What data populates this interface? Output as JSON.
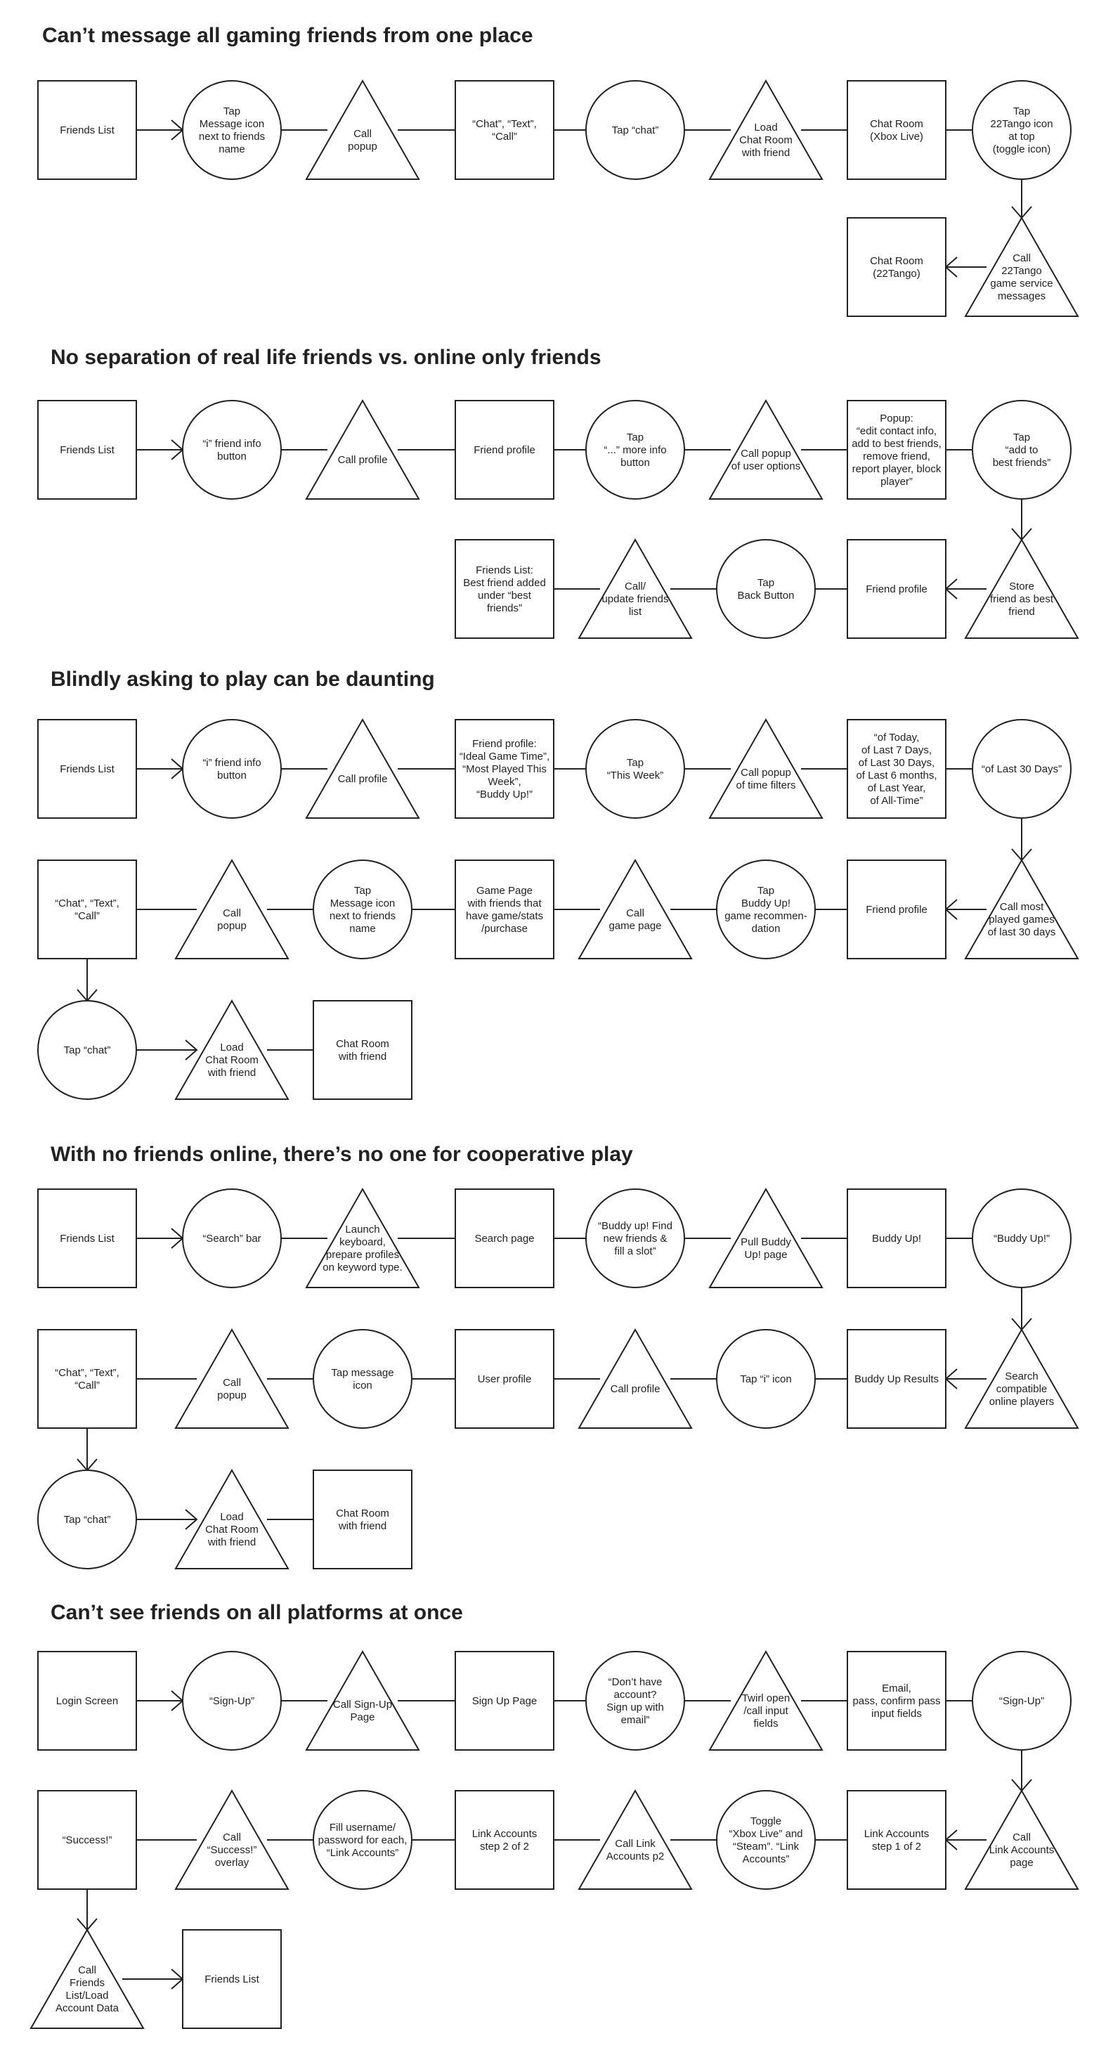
{
  "sections": [
    {
      "title": "Can’t message all gaming friends from one place",
      "nodes": [
        {
          "id": "s1n1",
          "shape": "square",
          "lines": [
            "Friends List"
          ]
        },
        {
          "id": "s1n2",
          "shape": "circle",
          "lines": [
            "Tap",
            "Message icon",
            "next to friends",
            "name"
          ]
        },
        {
          "id": "s1n3",
          "shape": "triangle",
          "lines": [
            "Call",
            "popup"
          ]
        },
        {
          "id": "s1n4",
          "shape": "square",
          "lines": [
            "“Chat”, “Text”,",
            "“Call”"
          ]
        },
        {
          "id": "s1n5",
          "shape": "circle",
          "lines": [
            "Tap “chat”"
          ]
        },
        {
          "id": "s1n6",
          "shape": "triangle",
          "lines": [
            "Load",
            "Chat Room",
            "with friend"
          ]
        },
        {
          "id": "s1n7",
          "shape": "square",
          "lines": [
            "Chat Room",
            "(Xbox Live)"
          ]
        },
        {
          "id": "s1n8",
          "shape": "circle",
          "lines": [
            "Tap",
            "22Tango icon",
            "at top",
            "(toggle icon)"
          ]
        },
        {
          "id": "s1n9",
          "shape": "triangle",
          "lines": [
            "Call",
            "22Tango",
            "game service",
            "messages"
          ]
        },
        {
          "id": "s1n10",
          "shape": "square",
          "lines": [
            "Chat Room",
            "(22Tango)"
          ]
        }
      ]
    },
    {
      "title": "No separation of real life friends vs. online only friends",
      "nodes": [
        {
          "id": "s2n1",
          "shape": "square",
          "lines": [
            "Friends List"
          ]
        },
        {
          "id": "s2n2",
          "shape": "circle",
          "lines": [
            "“i” friend info",
            "button"
          ]
        },
        {
          "id": "s2n3",
          "shape": "triangle",
          "lines": [
            "Call profile"
          ]
        },
        {
          "id": "s2n4",
          "shape": "square",
          "lines": [
            "Friend profile"
          ]
        },
        {
          "id": "s2n5",
          "shape": "circle",
          "lines": [
            "Tap",
            "“...” more info",
            "button"
          ]
        },
        {
          "id": "s2n6",
          "shape": "triangle",
          "lines": [
            "Call popup",
            "of user options"
          ]
        },
        {
          "id": "s2n7",
          "shape": "square",
          "lines": [
            "Popup:",
            "“edit contact info,",
            "add to best friends,",
            "remove friend,",
            "report player, block",
            "player”"
          ]
        },
        {
          "id": "s2n8",
          "shape": "circle",
          "lines": [
            "Tap",
            "“add to",
            "best friends”"
          ]
        },
        {
          "id": "s2n9",
          "shape": "triangle",
          "lines": [
            "Store",
            "friend as best",
            "friend"
          ]
        },
        {
          "id": "s2n10",
          "shape": "square",
          "lines": [
            "Friend profile"
          ]
        },
        {
          "id": "s2n11",
          "shape": "circle",
          "lines": [
            "Tap",
            "Back Button"
          ]
        },
        {
          "id": "s2n12",
          "shape": "triangle",
          "lines": [
            "Call/",
            "update friends",
            "list"
          ]
        },
        {
          "id": "s2n13",
          "shape": "square",
          "lines": [
            "Friends List:",
            "Best friend added",
            "under “best",
            "friends”"
          ]
        }
      ]
    },
    {
      "title": "Blindly asking to play can be daunting",
      "nodes": [
        {
          "id": "s3n1",
          "shape": "square",
          "lines": [
            "Friends List"
          ]
        },
        {
          "id": "s3n2",
          "shape": "circle",
          "lines": [
            "“i” friend info",
            "button"
          ]
        },
        {
          "id": "s3n3",
          "shape": "triangle",
          "lines": [
            "Call profile"
          ]
        },
        {
          "id": "s3n4",
          "shape": "square",
          "lines": [
            "Friend profile:",
            "“Ideal Game Time”,",
            "“Most Played This",
            "Week”,",
            "“Buddy Up!”"
          ]
        },
        {
          "id": "s3n5",
          "shape": "circle",
          "lines": [
            "Tap",
            "“This Week”"
          ]
        },
        {
          "id": "s3n6",
          "shape": "triangle",
          "lines": [
            "Call popup",
            "of time filters"
          ]
        },
        {
          "id": "s3n7",
          "shape": "square",
          "lines": [
            "“of Today,",
            "of Last 7 Days,",
            "of Last 30 Days,",
            "of Last 6 months,",
            "of Last Year,",
            "of All-Time”"
          ]
        },
        {
          "id": "s3n8",
          "shape": "circle",
          "lines": [
            "“of Last 30 Days”"
          ]
        },
        {
          "id": "s3n9",
          "shape": "triangle",
          "lines": [
            "Call most",
            "played games",
            "of last 30 days"
          ]
        },
        {
          "id": "s3n10",
          "shape": "square",
          "lines": [
            "Friend profile"
          ]
        },
        {
          "id": "s3n11",
          "shape": "circle",
          "lines": [
            "Tap",
            "Buddy Up!",
            "game recommen-",
            "dation"
          ]
        },
        {
          "id": "s3n12",
          "shape": "triangle",
          "lines": [
            "Call",
            "game page"
          ]
        },
        {
          "id": "s3n13",
          "shape": "square",
          "lines": [
            "Game Page",
            "with friends that",
            "have game/stats",
            "/purchase"
          ]
        },
        {
          "id": "s3n14",
          "shape": "circle",
          "lines": [
            "Tap",
            "Message icon",
            "next to friends",
            "name"
          ]
        },
        {
          "id": "s3n15",
          "shape": "triangle",
          "lines": [
            "Call",
            "popup"
          ]
        },
        {
          "id": "s3n16",
          "shape": "square",
          "lines": [
            "“Chat”, “Text”,",
            "“Call”"
          ]
        },
        {
          "id": "s3n17",
          "shape": "circle",
          "lines": [
            "Tap “chat”"
          ]
        },
        {
          "id": "s3n18",
          "shape": "triangle",
          "lines": [
            "Load",
            "Chat Room",
            "with friend"
          ]
        },
        {
          "id": "s3n19",
          "shape": "square",
          "lines": [
            "Chat Room",
            "with friend"
          ]
        }
      ]
    },
    {
      "title": "With no friends online, there’s no one for cooperative play",
      "nodes": [
        {
          "id": "s4n1",
          "shape": "square",
          "lines": [
            "Friends List"
          ]
        },
        {
          "id": "s4n2",
          "shape": "circle",
          "lines": [
            "“Search” bar"
          ]
        },
        {
          "id": "s4n3",
          "shape": "triangle",
          "lines": [
            "Launch",
            "keyboard,",
            "prepare profiles",
            "on keyword type."
          ]
        },
        {
          "id": "s4n4",
          "shape": "square",
          "lines": [
            "Search page"
          ]
        },
        {
          "id": "s4n5",
          "shape": "circle",
          "lines": [
            "“Buddy up! Find",
            "new friends &",
            "fill a slot”"
          ]
        },
        {
          "id": "s4n6",
          "shape": "triangle",
          "lines": [
            "Pull Buddy",
            "Up! page"
          ]
        },
        {
          "id": "s4n7",
          "shape": "square",
          "lines": [
            "Buddy Up!"
          ]
        },
        {
          "id": "s4n8",
          "shape": "circle",
          "lines": [
            "“Buddy Up!”"
          ]
        },
        {
          "id": "s4n9",
          "shape": "triangle",
          "lines": [
            "Search",
            "compatible",
            "online players"
          ]
        },
        {
          "id": "s4n10",
          "shape": "square",
          "lines": [
            "Buddy Up Results"
          ]
        },
        {
          "id": "s4n11",
          "shape": "circle",
          "lines": [
            "Tap “i” icon"
          ]
        },
        {
          "id": "s4n12",
          "shape": "triangle",
          "lines": [
            "Call profile"
          ]
        },
        {
          "id": "s4n13",
          "shape": "square",
          "lines": [
            "User profile"
          ]
        },
        {
          "id": "s4n14",
          "shape": "circle",
          "lines": [
            "Tap message",
            "icon"
          ]
        },
        {
          "id": "s4n15",
          "shape": "triangle",
          "lines": [
            "Call",
            "popup"
          ]
        },
        {
          "id": "s4n16",
          "shape": "square",
          "lines": [
            "“Chat”, “Text”,",
            "“Call”"
          ]
        },
        {
          "id": "s4n17",
          "shape": "circle",
          "lines": [
            "Tap “chat”"
          ]
        },
        {
          "id": "s4n18",
          "shape": "triangle",
          "lines": [
            "Load",
            "Chat Room",
            "with friend"
          ]
        },
        {
          "id": "s4n19",
          "shape": "square",
          "lines": [
            "Chat Room",
            "with friend"
          ]
        }
      ]
    },
    {
      "title": "Can’t see friends on all platforms at once",
      "nodes": [
        {
          "id": "s5n1",
          "shape": "square",
          "lines": [
            "Login Screen"
          ]
        },
        {
          "id": "s5n2",
          "shape": "circle",
          "lines": [
            "“Sign-Up”"
          ]
        },
        {
          "id": "s5n3",
          "shape": "triangle",
          "lines": [
            "Call Sign-Up",
            "Page"
          ]
        },
        {
          "id": "s5n4",
          "shape": "square",
          "lines": [
            "Sign Up Page"
          ]
        },
        {
          "id": "s5n5",
          "shape": "circle",
          "lines": [
            "“Don’t have",
            "account?",
            "Sign up with",
            "email”"
          ]
        },
        {
          "id": "s5n6",
          "shape": "triangle",
          "lines": [
            "Twirl open",
            "/call input",
            "fields"
          ]
        },
        {
          "id": "s5n7",
          "shape": "square",
          "lines": [
            "Email,",
            "pass, confirm pass",
            "input fields"
          ]
        },
        {
          "id": "s5n8",
          "shape": "circle",
          "lines": [
            "“Sign-Up”"
          ]
        },
        {
          "id": "s5n9",
          "shape": "triangle",
          "lines": [
            "Call",
            "Link Accounts",
            "page"
          ]
        },
        {
          "id": "s5n10",
          "shape": "square",
          "lines": [
            "Link Accounts",
            "step 1 of 2"
          ]
        },
        {
          "id": "s5n11",
          "shape": "circle",
          "lines": [
            "Toggle",
            "“Xbox Live” and",
            "“Steam”. “Link",
            "Accounts”"
          ]
        },
        {
          "id": "s5n12",
          "shape": "triangle",
          "lines": [
            "Call Link",
            "Accounts p2"
          ]
        },
        {
          "id": "s5n13",
          "shape": "square",
          "lines": [
            "Link Accounts",
            "step 2 of 2"
          ]
        },
        {
          "id": "s5n14",
          "shape": "circle",
          "lines": [
            "Fill username/",
            "password for each,",
            "“Link Accounts”"
          ]
        },
        {
          "id": "s5n15",
          "shape": "triangle",
          "lines": [
            "Call",
            "“Success!”",
            "overlay"
          ]
        },
        {
          "id": "s5n16",
          "shape": "square",
          "lines": [
            "“Success!”"
          ]
        },
        {
          "id": "s5n17",
          "shape": "triangle",
          "lines": [
            "Call",
            "Friends",
            "List/Load",
            "Account Data"
          ]
        },
        {
          "id": "s5n18",
          "shape": "square",
          "lines": [
            "Friends List"
          ]
        }
      ]
    }
  ]
}
